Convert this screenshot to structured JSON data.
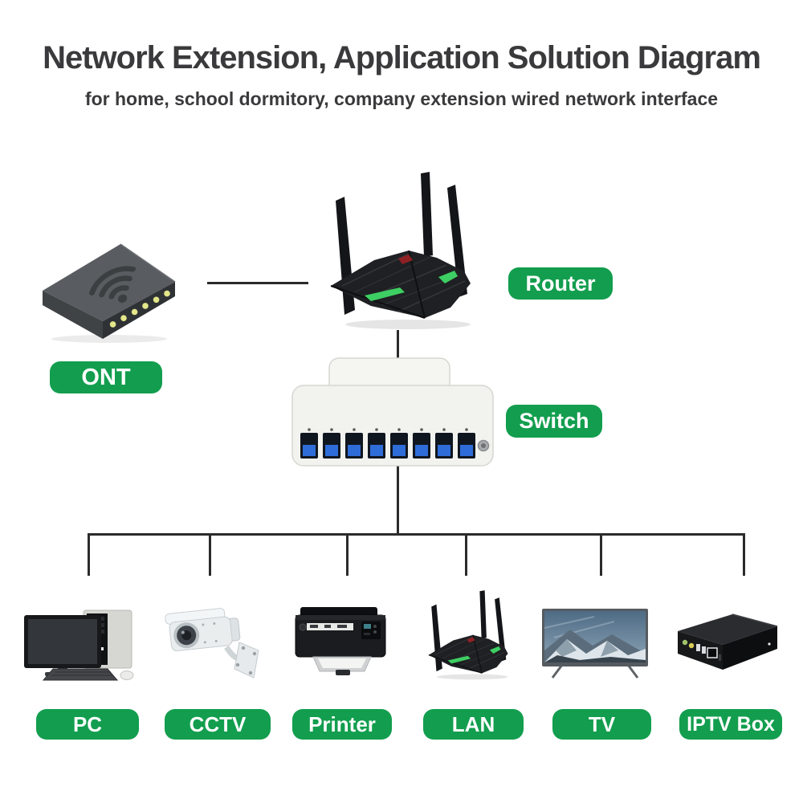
{
  "header": {
    "title": "Network Extension, Application Solution Diagram",
    "subtitle": "for home, school dormitory, company extension wired network interface"
  },
  "labels": {
    "ont": "ONT",
    "router": "Router",
    "switch": "Switch",
    "pc": "PC",
    "cctv": "CCTV",
    "printer": "Printer",
    "lan": "LAN",
    "tv": "TV",
    "iptv_box": "IPTV Box"
  },
  "colors": {
    "label_bg": "#129e4e",
    "label_text": "#ffffff",
    "line": "#2b2b2b",
    "title_text": "#3a3a3c",
    "accent_green_led": "#3dcf63",
    "port_blue": "#2e6cd8"
  }
}
